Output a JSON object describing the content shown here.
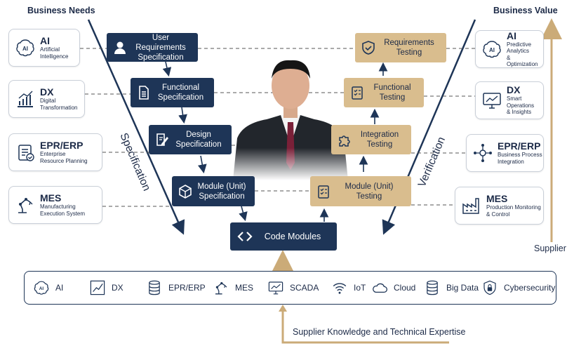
{
  "header": {
    "left": "Business Needs",
    "right": "Business Value"
  },
  "left_cards": [
    {
      "title": "AI",
      "subtitle_1": "Artificial",
      "subtitle_2": "Intelligence",
      "icon": "ai-brain-icon"
    },
    {
      "title": "DX",
      "subtitle_1": "Digital",
      "subtitle_2": "Transformation",
      "icon": "growth-chart-icon"
    },
    {
      "title": "EPR/ERP",
      "subtitle_1": "Enterprise",
      "subtitle_2": "Resource Planning",
      "icon": "clipboard-check-icon"
    },
    {
      "title": "MES",
      "subtitle_1": "Manufacturing",
      "subtitle_2": "Execution System",
      "icon": "robot-arm-icon"
    }
  ],
  "right_cards": [
    {
      "title": "AI",
      "subtitle_1": "Predictive Analytics",
      "subtitle_2": "& Optimization",
      "icon": "ai-brain-icon"
    },
    {
      "title": "DX",
      "subtitle_1": "Smart Operations",
      "subtitle_2": "& Insights",
      "icon": "monitor-chart-icon"
    },
    {
      "title": "EPR/ERP",
      "subtitle_1": "Business Process",
      "subtitle_2": "Integration",
      "icon": "network-icon"
    },
    {
      "title": "MES",
      "subtitle_1": "Production Monitoring",
      "subtitle_2": "& Control",
      "icon": "factory-icon"
    }
  ],
  "spec_boxes": [
    {
      "line1": "User Requirements",
      "line2": "Specification",
      "icon": "user-icon"
    },
    {
      "line1": "Functional",
      "line2": "Specification",
      "icon": "document-icon"
    },
    {
      "line1": "Design",
      "line2": "Specification",
      "icon": "pencil-doc-icon"
    },
    {
      "line1": "Module (Unit)",
      "line2": "Specification",
      "icon": "cube-icon"
    }
  ],
  "test_boxes": [
    {
      "line1": "Requirements",
      "line2": "Testing",
      "icon": "shield-check-icon"
    },
    {
      "line1": "Functional",
      "line2": "Testing",
      "icon": "checklist-icon"
    },
    {
      "line1": "Integration",
      "line2": "Testing",
      "icon": "puzzle-icon"
    },
    {
      "line1": "Module (Unit)",
      "line2": "Testing",
      "icon": "checklist-icon"
    }
  ],
  "center_box": {
    "label": "Code Modules",
    "icon": "code-brackets-icon"
  },
  "labels": {
    "specification": "Specification",
    "verification": "Verification",
    "supplier": "Supplier",
    "supplier_knowledge": "Supplier Knowledge and Technical Expertise"
  },
  "tech_bar": [
    {
      "label": "AI",
      "icon": "ai-brain-icon"
    },
    {
      "label": "DX",
      "icon": "growth-chart-icon"
    },
    {
      "label": "EPR/ERP",
      "icon": "database-icon"
    },
    {
      "label": "MES",
      "icon": "robot-arm-icon"
    },
    {
      "label": "SCADA",
      "icon": "monitor-chart-icon"
    },
    {
      "label": "IoT",
      "icon": "wifi-icon"
    },
    {
      "label": "Cloud",
      "icon": "cloud-icon"
    },
    {
      "label": "Big Data",
      "icon": "database-icon"
    },
    {
      "label": "Cybersecurity",
      "icon": "shield-lock-icon"
    }
  ],
  "colors": {
    "navy": "#1e3557",
    "gold": "#d9bd8e",
    "gold_line": "#cbab78"
  }
}
